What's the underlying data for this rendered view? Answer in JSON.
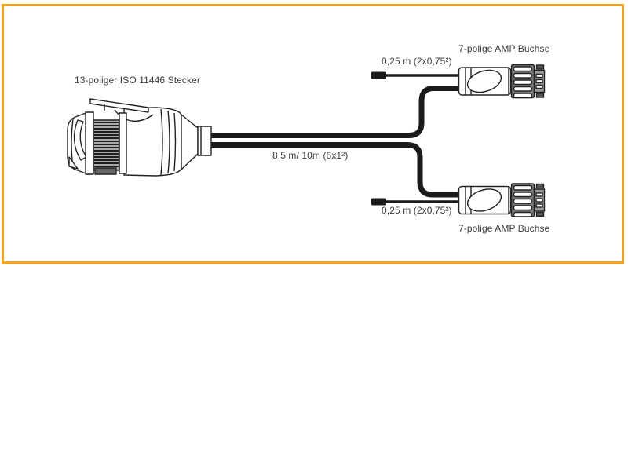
{
  "diagram": {
    "border_color": "#F9A21B",
    "line_color": "#222222",
    "background_color": "#ffffff",
    "labels": {
      "iso_connector": "13-poliger ISO 11446 Stecker",
      "main_cable": "8,5 m/ 10m (6x1²)",
      "branch_top": "0,25 m (2x0,75²)",
      "amp_socket_top": "7-polige AMP Buchse",
      "branch_bottom": "0,25 m (2x0,75²)",
      "amp_socket_bottom": "7-polige AMP Buchse"
    }
  }
}
